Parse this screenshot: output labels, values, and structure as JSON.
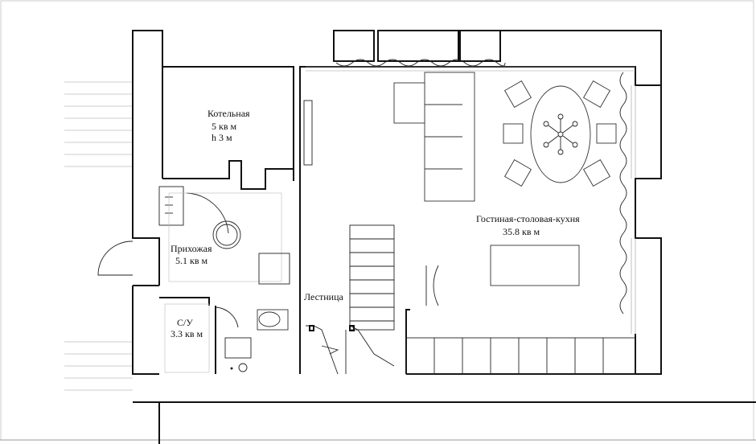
{
  "rooms": {
    "boiler": {
      "name": "Котельная",
      "area": "5 кв м",
      "height": "h 3 м"
    },
    "hall": {
      "name": "Прихожая",
      "area": "5.1 кв м"
    },
    "bath": {
      "name": "С/У",
      "area": "3.3 кв м"
    },
    "stairs": {
      "name": "Лестница"
    },
    "living": {
      "name": "Гостиная-столовая-кухня",
      "area": "35.8 кв м"
    }
  }
}
